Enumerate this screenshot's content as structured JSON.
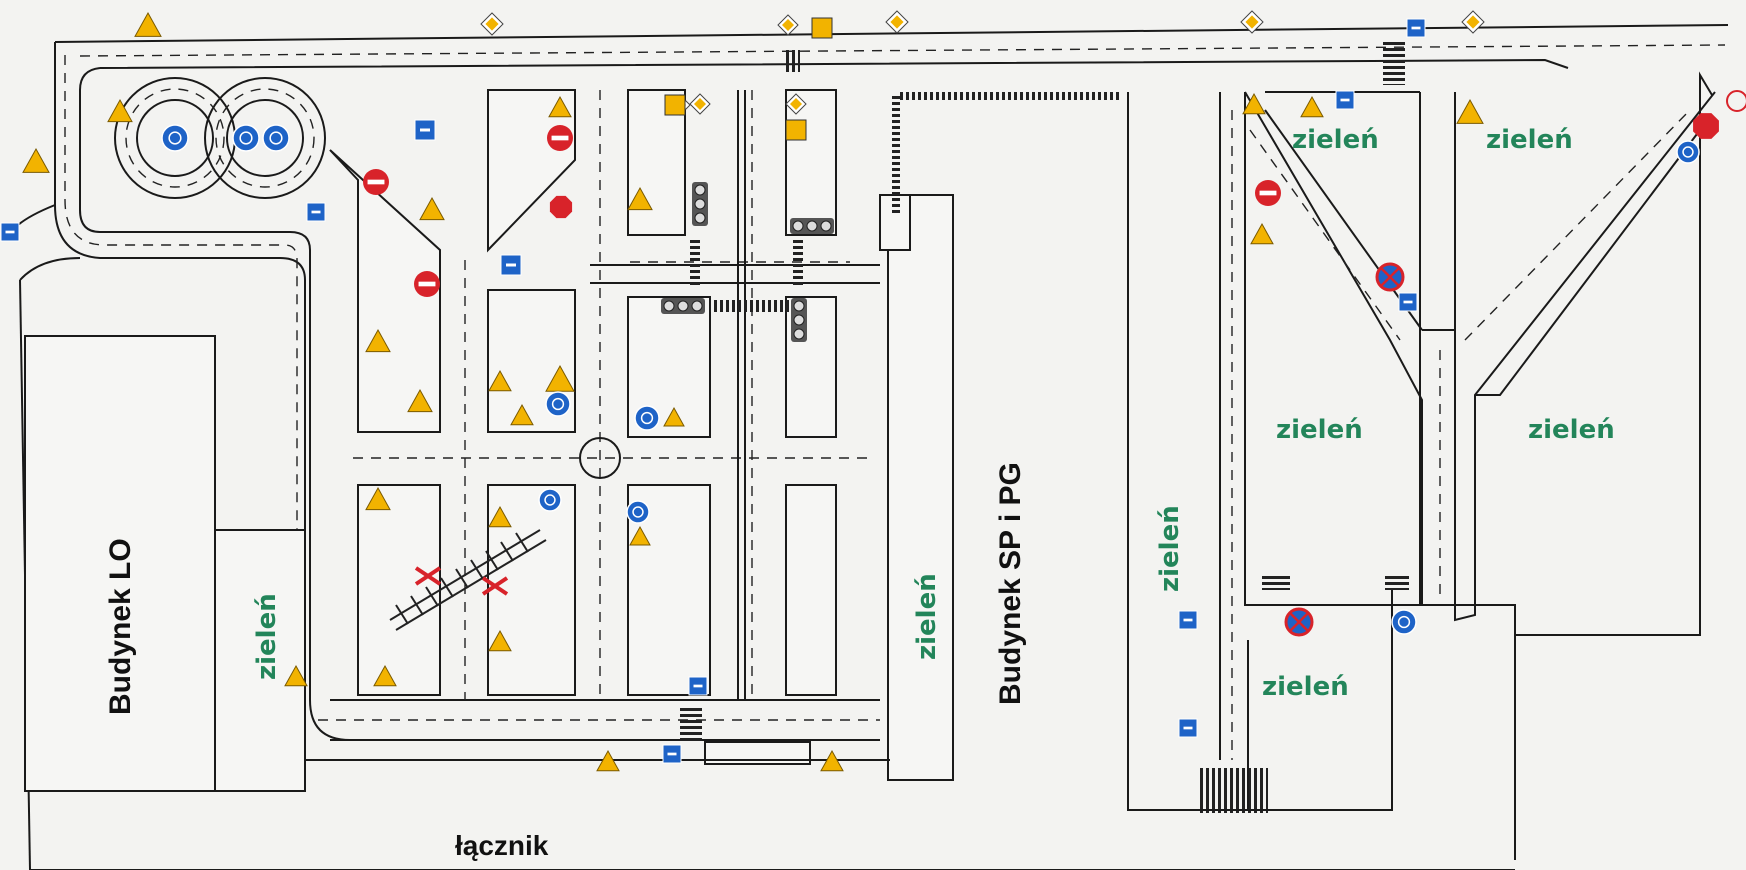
{
  "labels": {
    "building_lo": "Budynek  LO",
    "building_sp": "Budynek SP i PG",
    "connector": "łącznik",
    "green": "zieleń"
  },
  "colors": {
    "road_line": "#1a1a1a",
    "green_text": "#23855a",
    "warning_sign": "#f2b300",
    "prohibition_sign": "#d8232a",
    "info_sign": "#1e63c7",
    "background": "#f3f3f1"
  },
  "signs": {
    "warning": "warning-sign-icon",
    "priority": "priority-road-sign-icon",
    "no_entry": "no-entry-sign-icon",
    "stop": "stop-sign-icon",
    "roundabout": "roundabout-sign-icon",
    "pass_side": "pass-side-sign-icon",
    "crossing": "pedestrian-crossing-sign-icon",
    "parking": "parking-sign-icon",
    "one_way": "one-way-sign-icon",
    "no_stopping": "no-stopping-sign-icon",
    "traffic_light": "traffic-light-icon",
    "railway_cross": "railway-crossing-cross-icon"
  }
}
